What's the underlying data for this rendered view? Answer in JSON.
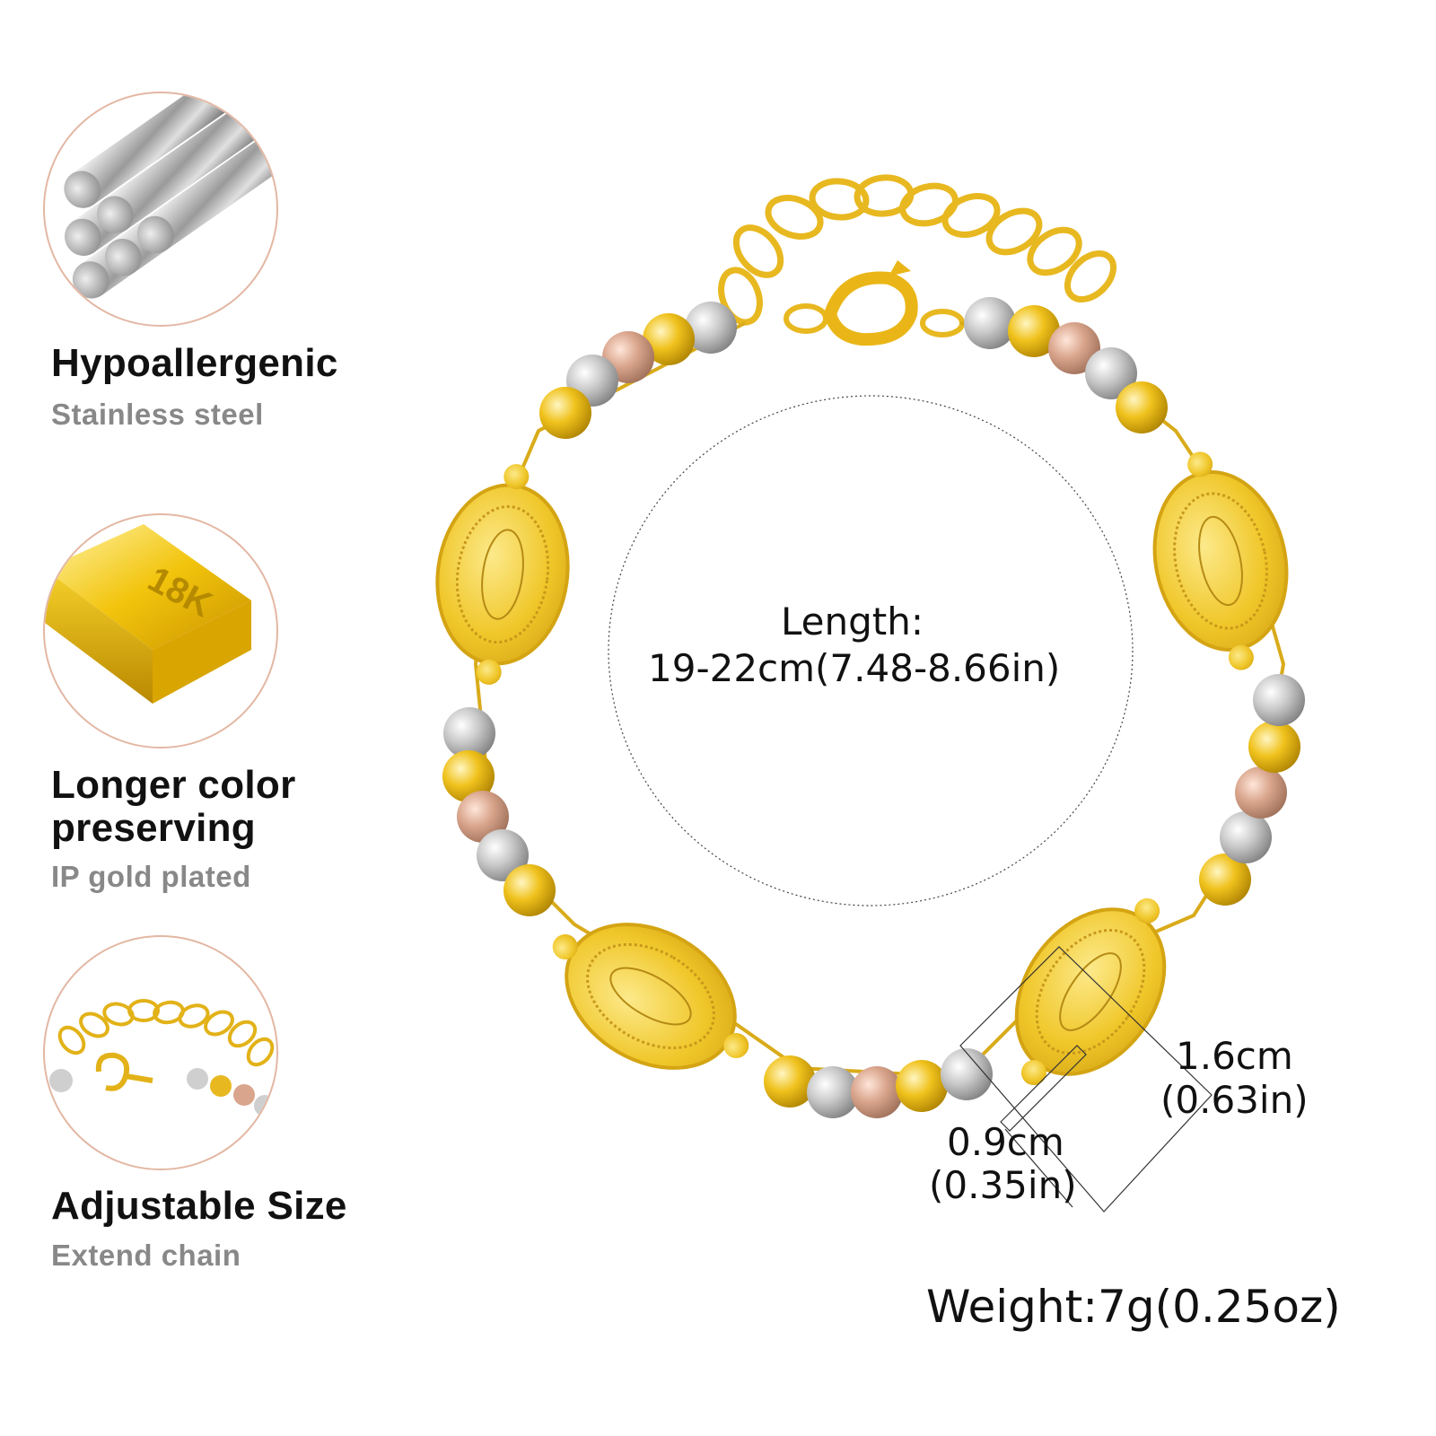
{
  "features": [
    {
      "title": "Hypoallergenic",
      "subtitle": "Stainless steel",
      "icon": "steel-rods-icon"
    },
    {
      "title_line1": "Longer color",
      "title_line2": "preserving",
      "subtitle": "IP gold plated",
      "icon": "gold-bar-icon",
      "bar_label": "18K"
    },
    {
      "title": "Adjustable Size",
      "subtitle": "Extend chain",
      "icon": "extension-chain-icon"
    }
  ],
  "measurements": {
    "length_label": "Length:",
    "length_value": "19-22cm(7.48-8.66in)",
    "medal_height_cm": "1.6cm",
    "medal_height_in": "(0.63in)",
    "medal_width_cm": "0.9cm",
    "medal_width_in": "(0.35in)",
    "weight": "Weight:7g(0.25oz)"
  },
  "colors": {
    "gold": "#e8b820",
    "silver": "#c8c8c8",
    "rose": "#d9a58c",
    "circle_border": "#e3b7a3",
    "subtitle_gray": "#888888"
  }
}
